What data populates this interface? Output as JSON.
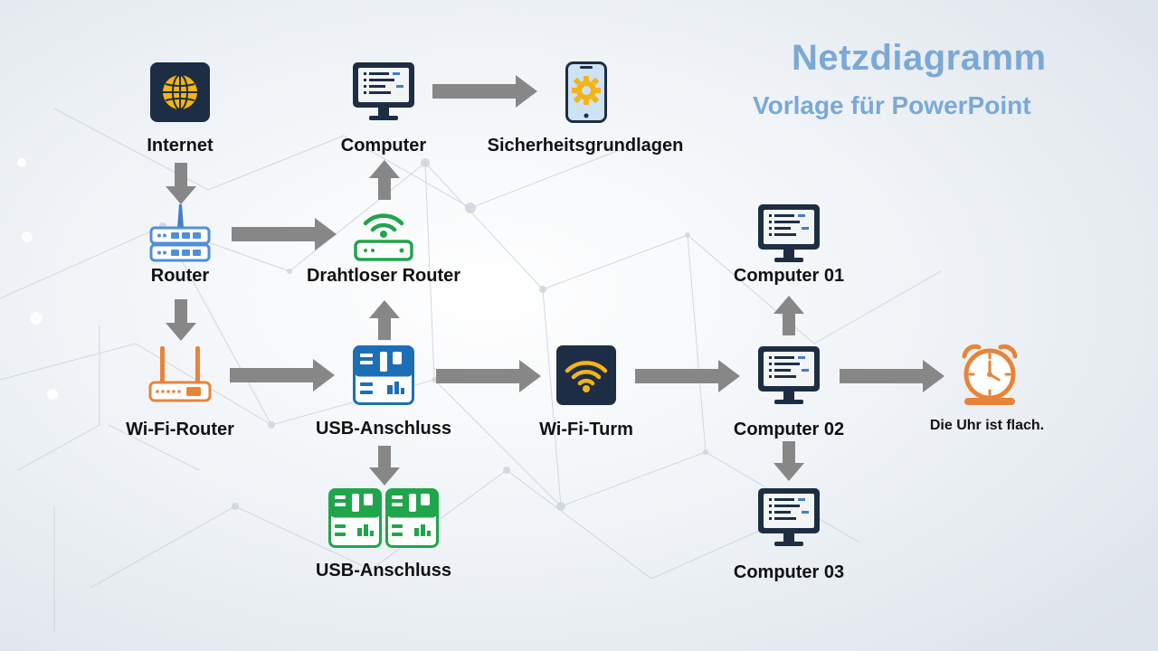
{
  "header": {
    "title": "Netzdiagramm",
    "subtitle": "Vorlage für PowerPoint"
  },
  "nodes": {
    "internet": {
      "label": "Internet",
      "icon": "globe-icon"
    },
    "router": {
      "label": "Router",
      "icon": "router-icon"
    },
    "wifi_router": {
      "label": "Wi-Fi-Router",
      "icon": "wifi-router-icon"
    },
    "computer_top": {
      "label": "Computer",
      "icon": "monitor-icon"
    },
    "security": {
      "label": "Sicherheitsgrundlagen",
      "icon": "phone-gear-icon"
    },
    "wireless_router": {
      "label": "Drahtloser Router",
      "icon": "wireless-router-icon"
    },
    "usb_port": {
      "label": "USB-Anschluss",
      "icon": "usb-hub-icon"
    },
    "usb_port_2": {
      "label": "USB-Anschluss",
      "icon": "usb-hub-double-icon"
    },
    "wifi_tower": {
      "label": "Wi-Fi-Turm",
      "icon": "wifi-tower-icon"
    },
    "computer_01": {
      "label": "Computer 01",
      "icon": "monitor-icon"
    },
    "computer_02": {
      "label": "Computer 02",
      "icon": "monitor-icon"
    },
    "computer_03": {
      "label": "Computer 03",
      "icon": "monitor-icon"
    },
    "clock": {
      "label": "Die Uhr ist flach.",
      "icon": "alarm-clock-icon"
    }
  },
  "colors": {
    "title": "#7aa9d6",
    "arrow": "#878787",
    "navy": "#1d2e44",
    "gold": "#f4b417",
    "blue": "#1d6fb5",
    "green": "#1fa54a",
    "orange": "#e8843a"
  }
}
